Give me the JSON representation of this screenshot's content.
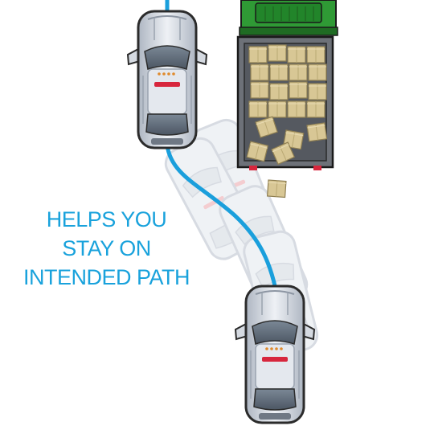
{
  "caption": {
    "lines": [
      "HELPS YOU",
      "STAY ON",
      "INTENDED PATH"
    ]
  },
  "colors": {
    "path_line": "#1a9fdc",
    "caption_text": "#19a2dc",
    "truck_cab": "#2f9a35",
    "truck_cab_dark": "#1f6b23",
    "truck_bed": "#6d7178",
    "cargo_box": "#d8c795",
    "cargo_box_edge": "#8f7f52",
    "car_body": "#c9cfd8",
    "car_outline": "#2b2b2b",
    "brake_light": "#d7263d"
  },
  "icons": [
    "car-icon",
    "truck-icon",
    "cargo-box-icon",
    "ghost-car-icon"
  ]
}
